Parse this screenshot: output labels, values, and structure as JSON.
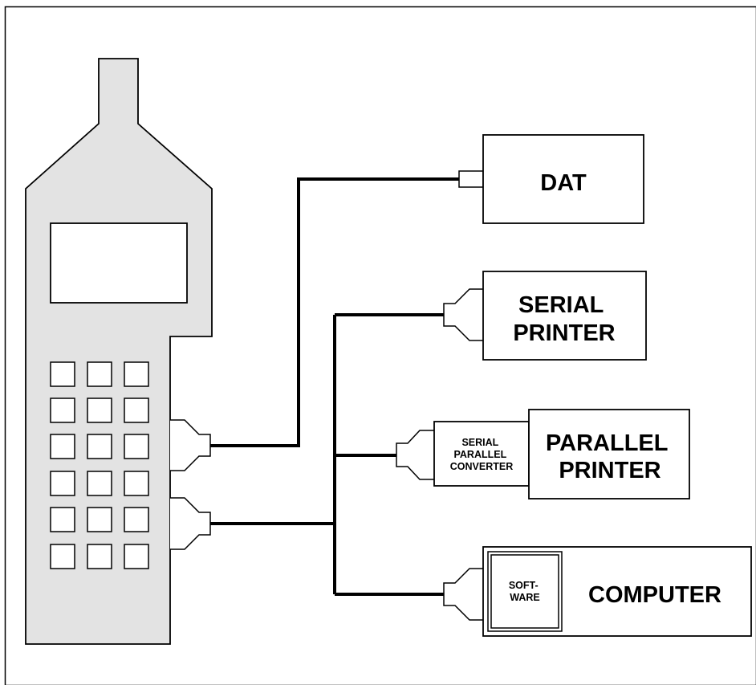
{
  "colors": {
    "line": "#000000",
    "device_fill": "#e3e3e3",
    "box_fill": "#ffffff"
  },
  "devices": {
    "dat": {
      "label": "DAT"
    },
    "serial_printer": {
      "lines": [
        "SERIAL",
        "PRINTER"
      ]
    },
    "converter": {
      "lines": [
        "SERIAL",
        "PARALLEL",
        "CONVERTER"
      ]
    },
    "parallel_printer": {
      "lines": [
        "PARALLEL",
        "PRINTER"
      ]
    },
    "software": {
      "lines": [
        "SOFT-",
        "WARE"
      ]
    },
    "computer": {
      "label": "COMPUTER"
    }
  }
}
